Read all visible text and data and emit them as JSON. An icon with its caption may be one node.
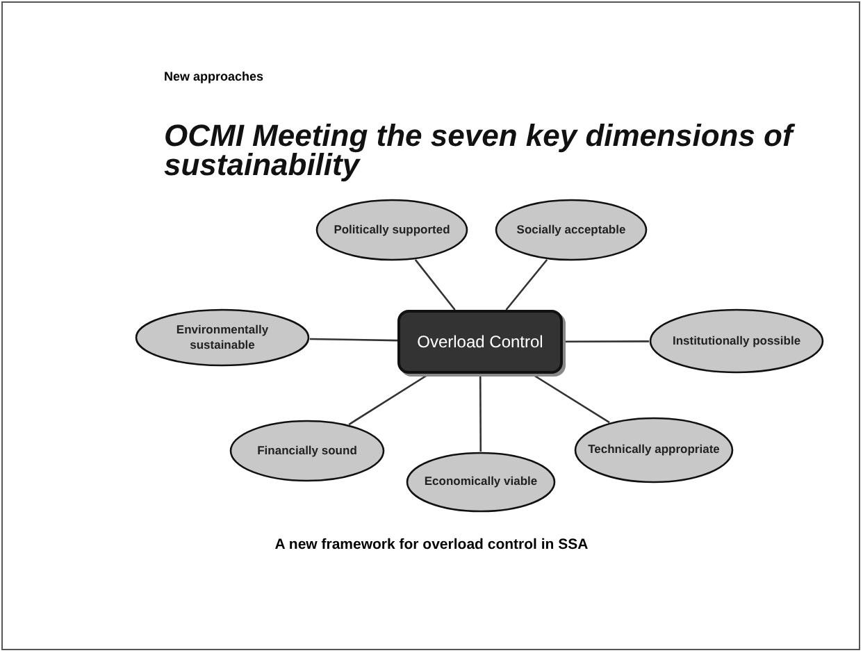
{
  "diagram": {
    "title": "OCMI Meeting the seven key dimensions of sustainability",
    "caption": "A new framework for overload control in SSA",
    "nodes": [
      {
        "text": [
          "Politically supported"
        ]
      },
      {
        "text": [
          "Socially acceptable"
        ]
      },
      {
        "text": [
          "Environmentally sustainable"
        ]
      },
      {
        "text": [
          "Overload Control"
        ]
      },
      {
        "text": [
          "Institutionally possible"
        ]
      },
      {
        "text": [
          "Financially sound"
        ]
      },
      {
        "text": [
          "Economically viable"
        ]
      },
      {
        "text": [
          "Technically appropriate"
        ]
      }
    ],
    "edges": [
      {
        "from": 3,
        "to": 0,
        "arrow": "none"
      },
      {
        "from": 3,
        "to": 1,
        "arrow": "none"
      },
      {
        "from": 3,
        "to": 2,
        "arrow": "none"
      },
      {
        "from": 3,
        "to": 4,
        "arrow": "none"
      },
      {
        "from": 3,
        "to": 5,
        "arrow": "none"
      },
      {
        "from": 3,
        "to": 6,
        "arrow": "none"
      },
      {
        "from": 3,
        "to": 7,
        "arrow": "none"
      }
    ],
    "labels": [
      "New approaches"
    ]
  }
}
